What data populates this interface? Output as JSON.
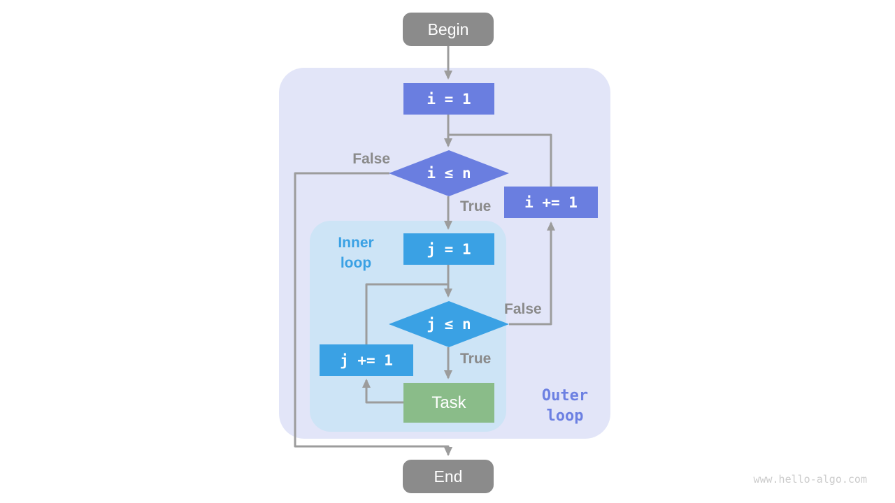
{
  "nodes": {
    "begin": {
      "label": "Begin"
    },
    "outer_init": {
      "label": "i = 1"
    },
    "outer_cond": {
      "label": "i ≤ n"
    },
    "outer_inc": {
      "label": "i += 1"
    },
    "inner_init": {
      "label": "j = 1"
    },
    "inner_cond": {
      "label": "j ≤ n"
    },
    "inner_inc": {
      "label": "j += 1"
    },
    "task": {
      "label": "Task"
    },
    "end": {
      "label": "End"
    }
  },
  "edge_labels": {
    "outer_false": "False",
    "outer_true": "True",
    "inner_false": "False",
    "inner_true": "True"
  },
  "regions": {
    "inner": {
      "line1": "Inner",
      "line2": "loop"
    },
    "outer": {
      "line1": "Outer",
      "line2": "loop"
    }
  },
  "watermark": "www.hello-algo.com",
  "colors": {
    "outer_region": "#e2e5f8",
    "inner_region": "#cde4f6",
    "terminal": "#8b8b8b",
    "outer_node": "#6a7ee0",
    "inner_node": "#3aa1e4",
    "task_node": "#8abc89",
    "edge": "#9c9c9c",
    "edge_label": "#8a8a8a",
    "inner_label": "#3aa1e4",
    "outer_label": "#6c80e2",
    "watermark": "#cccccc"
  }
}
